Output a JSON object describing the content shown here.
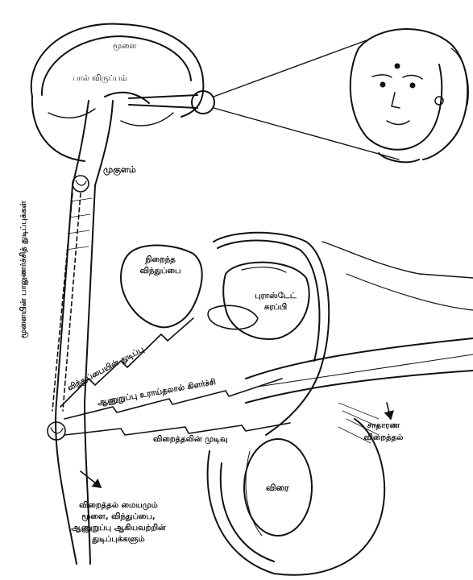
{
  "labels": {
    "brain": "மூளை",
    "sexual_desire": "பால் விருப்பம்",
    "medulla": "முகுளம்",
    "brain_impulses": "மூளையின் பாலுணர்ச்சித் துடிப்புக்கள்",
    "seminal_vesicle_line1": "நிறைந்த",
    "seminal_vesicle_line2": "விந்துப்பை",
    "prostate_line1": "புராஸ்டேட்",
    "prostate_line2": "சுரப்பி",
    "vesicle_impulse": "விந்துப்பையின் துடிப்பு",
    "glans_stimulus": "ஆணுறுப்பு உராய்தலால் கிளர்ச்சி",
    "end_of_emission": "விறைத்தலின் முடிவு",
    "ordinary_erection_line1": "சாதாரண",
    "ordinary_erection_line2": "விறைத்தல்",
    "testis": "விரை",
    "center_line1": "விறைத்தல் மையமும்",
    "center_line2": "மூளை, விந்துப்பை,",
    "center_line3": "ஆணுறுப்பு ஆகியவற்றின்",
    "center_line4": "துடிப்புக்களும்"
  }
}
